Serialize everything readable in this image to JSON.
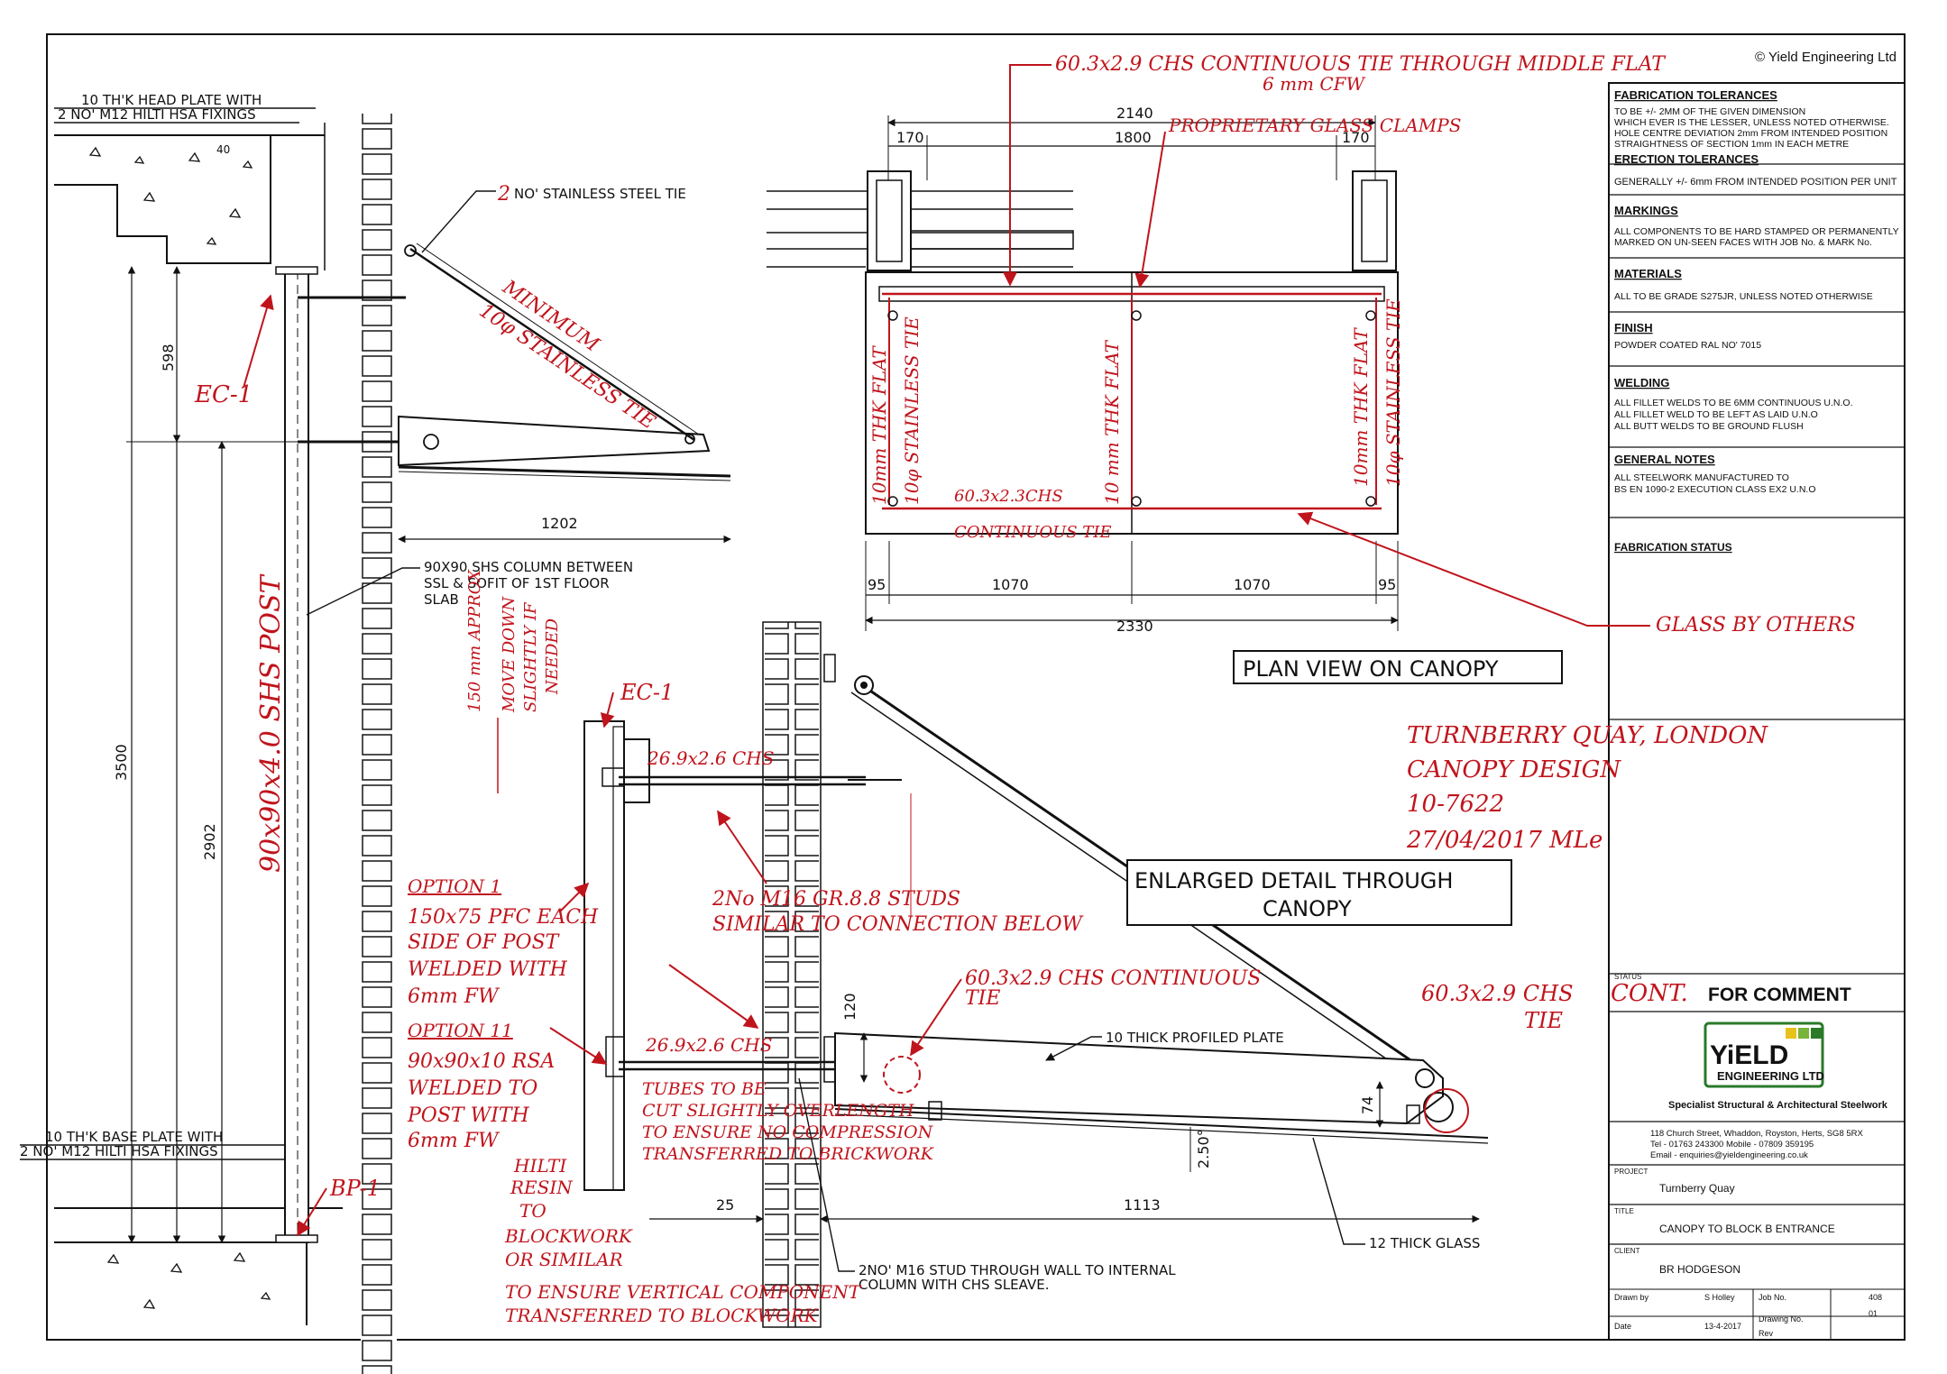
{
  "copyright": "© Yield Engineering Ltd",
  "title_block": {
    "fabrication_tolerances": {
      "heading": "FABRICATION TOLERANCES",
      "lines": [
        "TO BE +/- 2MM OF THE GIVEN DIMENSION",
        "WHICH EVER IS THE LESSER, UNLESS NOTED OTHERWISE.",
        "HOLE CENTRE DEVIATION 2mm FROM INTENDED POSITION",
        "STRAIGHTNESS OF SECTION 1mm IN EACH METRE"
      ]
    },
    "erection_tolerances": {
      "heading": "ERECTION TOLERANCES",
      "lines": [
        "GENERALLY +/- 6mm FROM INTENDED POSITION PER UNIT"
      ]
    },
    "markings": {
      "heading": "MARKINGS",
      "lines": [
        "ALL COMPONENTS TO BE HARD STAMPED OR PERMANENTLY",
        "MARKED ON UN-SEEN FACES WITH JOB No. & MARK No."
      ]
    },
    "materials": {
      "heading": "MATERIALS",
      "lines": [
        "ALL TO BE GRADE S275JR, UNLESS NOTED OTHERWISE"
      ]
    },
    "finish": {
      "heading": "FINISH",
      "lines": [
        "POWDER COATED RAL NO' 7015"
      ]
    },
    "welding": {
      "heading": "WELDING",
      "lines": [
        "ALL FILLET WELDS TO BE 6MM CONTINUOUS U.N.O.",
        "ALL FILLET WELD TO BE LEFT AS LAID U.N.O",
        "ALL BUTT WELDS TO BE GROUND FLUSH"
      ]
    },
    "general_notes": {
      "heading": "GENERAL NOTES",
      "lines": [
        "ALL STEELWORK MANUFACTURED TO",
        "BS EN 1090-2 EXECUTION CLASS EX2 U.N.O"
      ]
    },
    "fabrication_status": {
      "heading": "FABRICATION STATUS"
    },
    "status_label": "STATUS",
    "status": "FOR COMMENT",
    "status_hand": "CONT.",
    "logo_word": "YiELD",
    "logo_sub": "ENGINEERING LTD",
    "tagline": "Specialist Structural & Architectural Steelwork",
    "address": [
      "118 Church Street, Whaddon, Royston, Herts, SG8 5RX",
      "Tel - 01763 243300  Mobile - 07809 359195",
      "Email - enquiries@yieldengineering.co.uk"
    ],
    "project_label": "PROJECT",
    "project": "Turnberry Quay",
    "title_label": "TITLE",
    "title": "CANOPY TO BLOCK B ENTRANCE",
    "client_label": "CLIENT",
    "client": "BR HODGESON",
    "drawn_label": "Drawn by",
    "drawn": "S Holley",
    "date_label": "Date",
    "date": "13-4-2017",
    "job_label": "Job No.",
    "job": "408",
    "drawing_label": "Drawing No.",
    "drawing": "01",
    "rev_label": "Rev",
    "rev": ""
  },
  "section_view": {
    "head_plate": [
      "10 TH'K HEAD PLATE WITH",
      "2 NO' M12 HILTI HSA FIXINGS"
    ],
    "base_plate": [
      "10 TH'K BASE PLATE WITH",
      "2 NO' M12 HILTI HSA FIXINGS"
    ],
    "tie_label": "NO' STAINLESS STEEL TIE",
    "tie_number": "2",
    "column_note": [
      "90X90 SHS COLUMN BETWEEN",
      "SSL & SOFIT OF 1ST FLOOR",
      "SLAB"
    ],
    "dims": {
      "d598": "598",
      "d3500": "3500",
      "d2902": "2902",
      "d1202": "1202"
    },
    "head_plate_mark": "40"
  },
  "plan_view": {
    "title": "PLAN VIEW ON CANOPY",
    "dims": {
      "overall_top": "2140",
      "d170a": "170",
      "d1800": "1800",
      "d170b": "170",
      "d95a": "95",
      "d1070a": "1070",
      "d1070b": "1070",
      "d95b": "95",
      "overall": "2330"
    }
  },
  "detail_view": {
    "title": [
      "ENLARGED DETAIL THROUGH",
      "CANOPY"
    ],
    "profiled_plate": "10 THICK PROFILED PLATE",
    "glass": "12 THICK GLASS",
    "stud_note": [
      "2NO' M16 STUD THROUGH WALL TO INTERNAL",
      "COLUMN WITH CHS SLEAVE."
    ],
    "dims": {
      "d120": "120",
      "d74": "74",
      "d25": "25",
      "d1113": "1113",
      "angle": "2.50°"
    }
  },
  "annotations": {
    "top_tie": [
      "60.3x2.9 CHS CONTINUOUS TIE THROUGH MIDDLE FLAT",
      "6 mm CFW"
    ],
    "clamps": "PROPRIETARY GLASS CLAMPS",
    "ec1_a": "EC-1",
    "ec1_b": "EC-1",
    "minimum_tie": [
      "MINIMUM",
      "10φ STAINLESS TIE"
    ],
    "post": "90x90x4.0 SHS POST",
    "move_down": [
      "150 mm APPROX",
      "MOVE DOWN",
      "SLIGHTLY IF",
      "NEEDED"
    ],
    "flat_left": "10mm THK FLAT",
    "stainless_left": "10φ STAINLESS TIE",
    "flat_mid": "10 mm THK FLAT",
    "flat_right": "10mm THK FLAT",
    "stainless_right": "10φ STAINLESS TIE",
    "chs_bottom": "60.3x2.3CHS",
    "continuous_tie": "CONTINUOUS TIE",
    "glass_by_others": "GLASS BY OTHERS",
    "project": [
      "TURNBERRY QUAY, LONDON",
      "CANOPY DESIGN",
      "10-7622",
      "27/04/2017  MLe"
    ],
    "chs_upper": "26.9x2.6 CHS",
    "chs_lower": "26.9x2.6 CHS",
    "studs": [
      "2No M16 GR.8.8 STUDS",
      "SIMILAR TO CONNECTION BELOW"
    ],
    "option1": [
      "OPTION 1",
      "150x75 PFC EACH",
      "SIDE OF POST",
      "WELDED WITH",
      "6mm FW"
    ],
    "option2": [
      "OPTION 11",
      "90x90x10 RSA",
      "WELDED TO",
      "POST WITH",
      "6mm FW"
    ],
    "continuous_mid": [
      "60.3x2.9 CHS CONTINUOUS",
      "TIE"
    ],
    "tie_right": [
      "60.3x2.9 CHS",
      "TIE"
    ],
    "tubes": [
      "TUBES TO BE",
      "CUT SLIGHTLY OVERLENGTH",
      "TO ENSURE NO COMPRESSION",
      "TRANSFERRED TO BRICKWORK"
    ],
    "hilti": [
      "HILTI",
      "RESIN",
      "TO",
      "BLOCKWORK",
      "OR SIMILAR"
    ],
    "vertical": [
      "TO ENSURE VERTICAL COMPONENT",
      "TRANSFERRED TO BLOCKWORK"
    ],
    "bp1": "BP-1"
  }
}
